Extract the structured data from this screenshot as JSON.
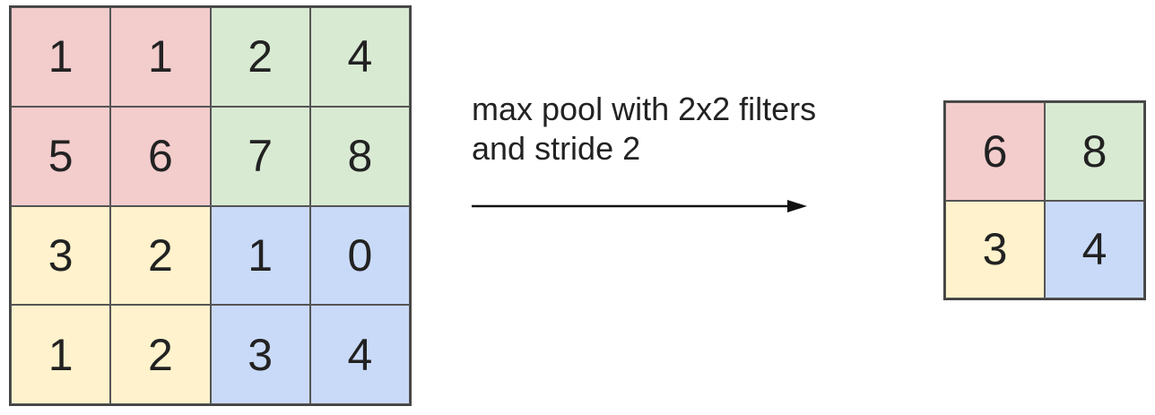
{
  "colors": {
    "red": "#f3cccc",
    "green": "#d9ead3",
    "yellow": "#fff2cc",
    "blue": "#c9daf8"
  },
  "input_grid": {
    "rows": [
      [
        {
          "value": "1",
          "color": "red"
        },
        {
          "value": "1",
          "color": "red"
        },
        {
          "value": "2",
          "color": "green"
        },
        {
          "value": "4",
          "color": "green"
        }
      ],
      [
        {
          "value": "5",
          "color": "red"
        },
        {
          "value": "6",
          "color": "red"
        },
        {
          "value": "7",
          "color": "green"
        },
        {
          "value": "8",
          "color": "green"
        }
      ],
      [
        {
          "value": "3",
          "color": "yellow"
        },
        {
          "value": "2",
          "color": "yellow"
        },
        {
          "value": "1",
          "color": "blue"
        },
        {
          "value": "0",
          "color": "blue"
        }
      ],
      [
        {
          "value": "1",
          "color": "yellow"
        },
        {
          "value": "2",
          "color": "yellow"
        },
        {
          "value": "3",
          "color": "blue"
        },
        {
          "value": "4",
          "color": "blue"
        }
      ]
    ]
  },
  "caption": {
    "line1": "max pool with 2x2 filters",
    "line2": "and stride 2"
  },
  "output_grid": {
    "rows": [
      [
        {
          "value": "6",
          "color": "red"
        },
        {
          "value": "8",
          "color": "green"
        }
      ],
      [
        {
          "value": "3",
          "color": "yellow"
        },
        {
          "value": "4",
          "color": "blue"
        }
      ]
    ]
  }
}
